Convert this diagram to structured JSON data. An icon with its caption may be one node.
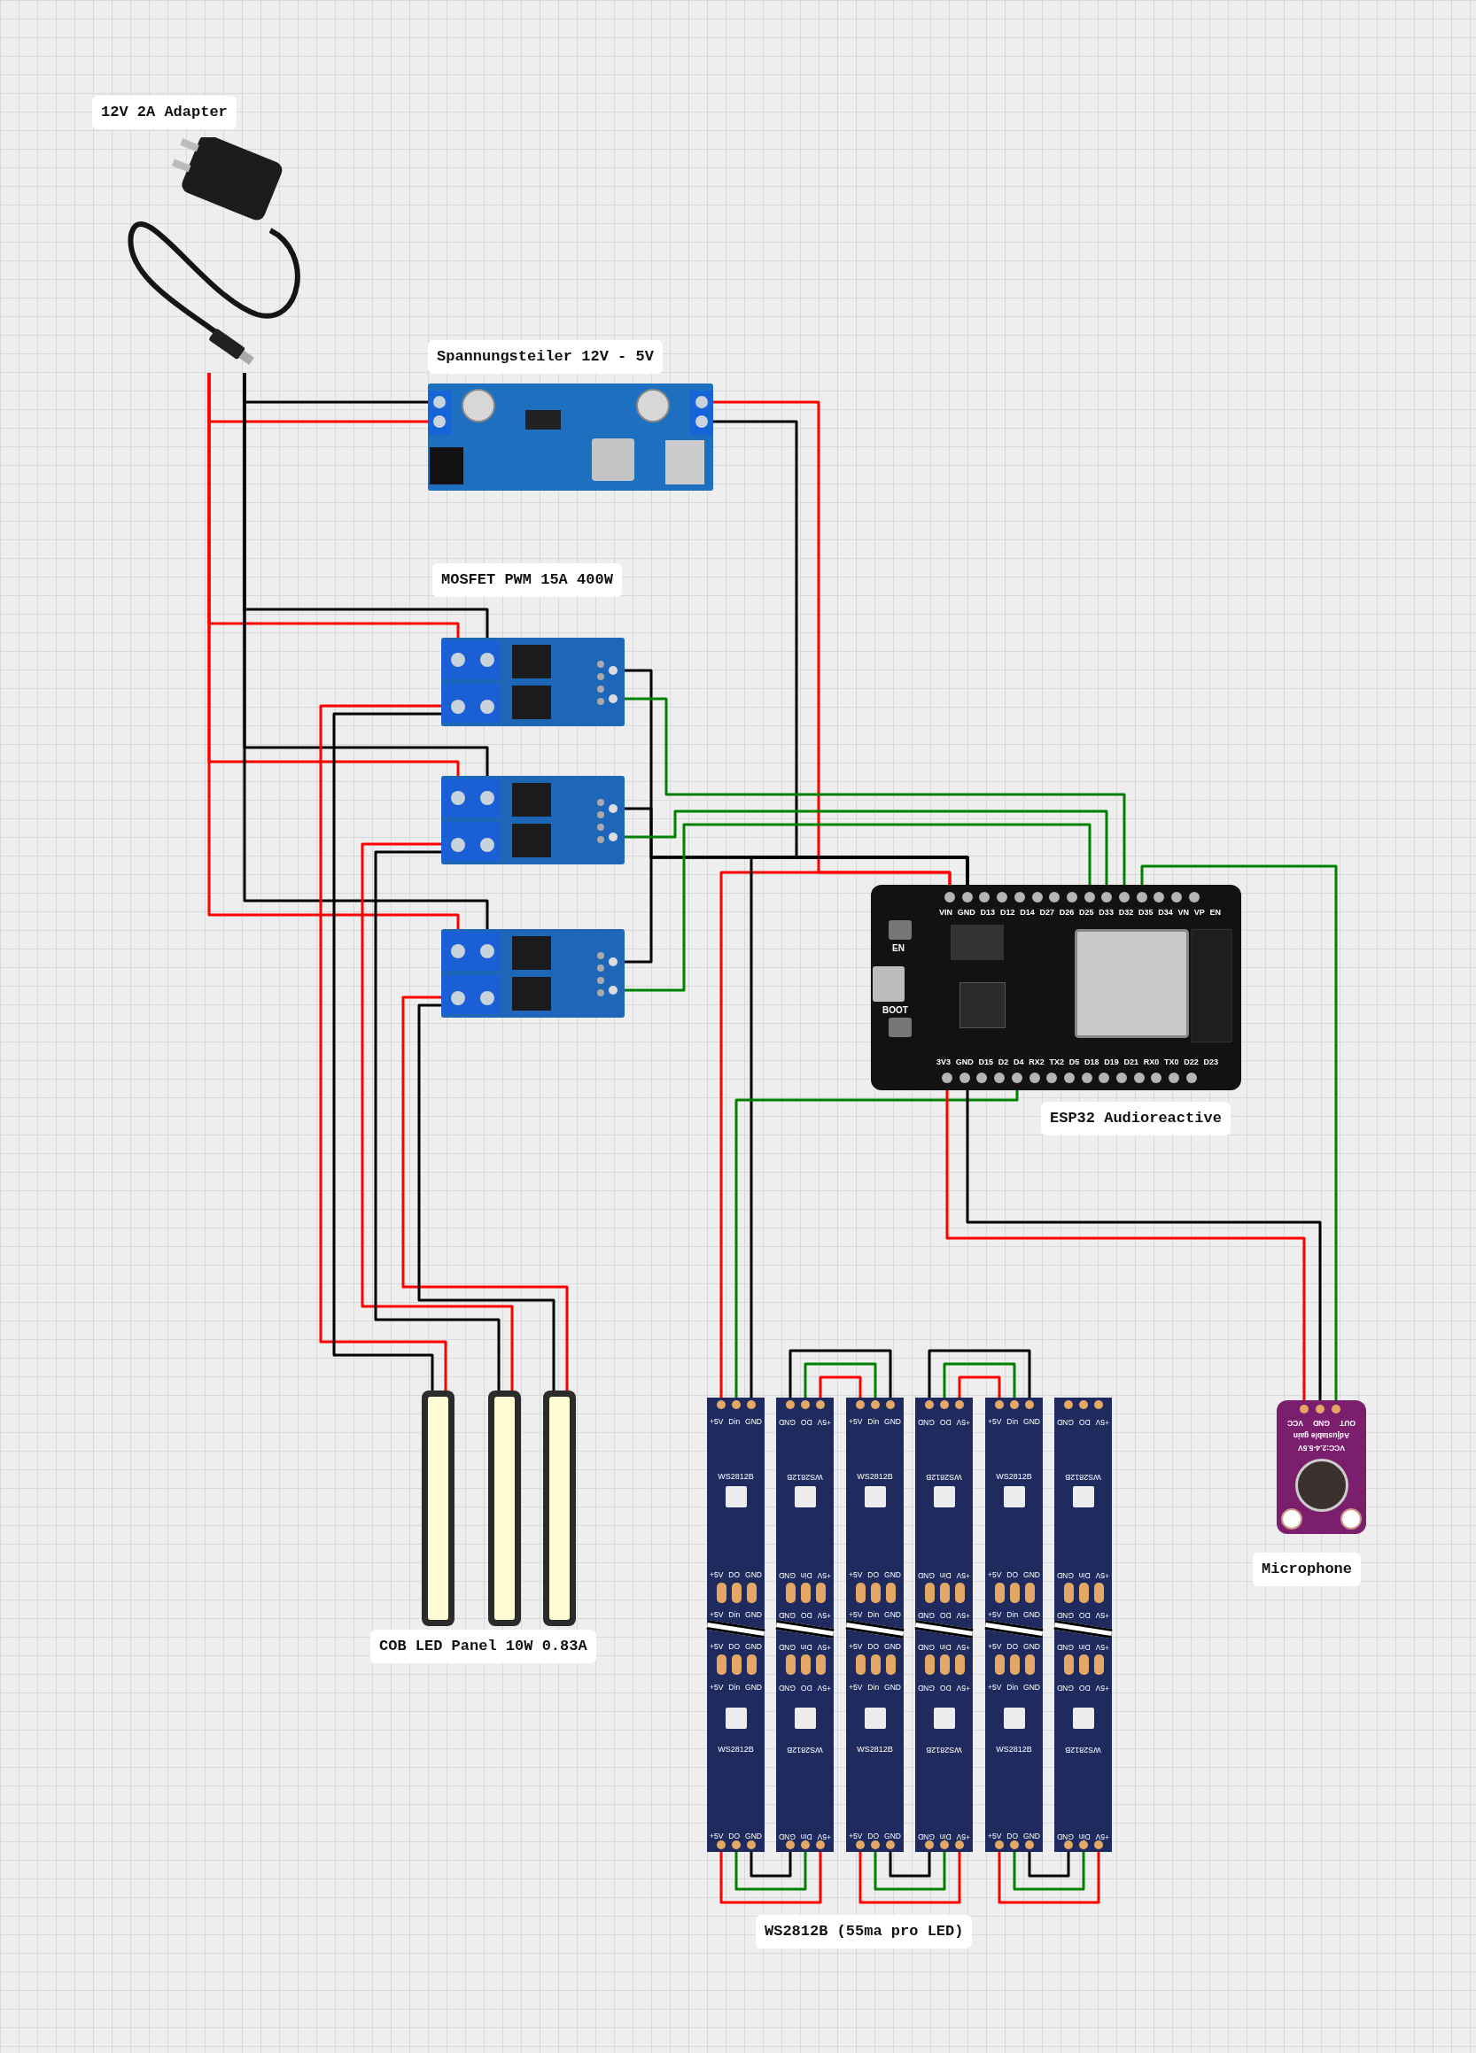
{
  "diagram": {
    "nodes": [
      {
        "text": [
          "12V 2A Adapter"
        ]
      },
      {
        "text": [
          "Spannungsteiler 12V - 5V"
        ]
      },
      {
        "text": [],
        "shape": "picture"
      },
      {
        "text": [],
        "shape": "picture"
      },
      {
        "text": [],
        "shape": "picture"
      },
      {
        "text": [
          "VIN GND D13 D12 D14 D27 D26 D25 D33 D32 D35 D34 VN VP EN",
          "EN",
          "BOOT",
          "3V3 GND D15 D2 D4 RX2 TX2 D5 D18 D19 D21 RX0 TX0 D22 D23",
          "ESP32 Audioreactive"
        ]
      },
      {
        "text": [],
        "shape": "bar"
      },
      {
        "text": [],
        "shape": "bar"
      },
      {
        "text": [],
        "shape": "bar"
      },
      {
        "text": [
          "+5V Din GND",
          "WS2812B",
          "+5V DO GND",
          "+5V Din GND",
          "+5V DO GND",
          "+5V Din GND",
          "WS2812B",
          "+5V DO GND"
        ]
      },
      {
        "text": [
          "+5V DO GND",
          "WS2812B",
          "+5V Din GND",
          "+5V DO GND",
          "+5V Din GND",
          "+5V DO GND",
          "WS2812B",
          "+5V Din GND"
        ]
      },
      {
        "text": [
          "+5V Din GND",
          "WS2812B",
          "+5V DO GND",
          "+5V Din GND",
          "+5V DO GND",
          "+5V Din GND",
          "WS2812B",
          "+5V DO GND"
        ]
      },
      {
        "text": [
          "+5V DO GND",
          "WS2812B",
          "+5V Din GND",
          "+5V DO GND",
          "+5V Din GND",
          "+5V DO GND",
          "WS2812B",
          "+5V Din GND"
        ]
      },
      {
        "text": [
          "+5V Din GND",
          "WS2812B",
          "+5V DO GND",
          "+5V Din GND",
          "+5V DO GND",
          "+5V Din GND",
          "WS2812B",
          "+5V DO GND"
        ]
      },
      {
        "text": [
          "+5V DO GND",
          "WS2812B",
          "+5V Din GND",
          "+5V DO GND",
          "+5V Din GND",
          "+5V DO GND",
          "WS2812B",
          "+5V Din GND"
        ]
      },
      {
        "text": [
          "OUT GND VCC",
          "Adjustable gain",
          "VCC:2.4-5.5V",
          "Microphone"
        ]
      }
    ],
    "edges": [
      {
        "from": 0,
        "to": 1,
        "arrow": "none",
        "color": "#000000"
      },
      {
        "from": 0,
        "to": 1,
        "arrow": "none",
        "color": "#ff0000"
      },
      {
        "from": 0,
        "to": 2,
        "arrow": "none",
        "color": "#000000"
      },
      {
        "from": 0,
        "to": 2,
        "arrow": "none",
        "color": "#ff0000"
      },
      {
        "from": 0,
        "to": 3,
        "arrow": "none",
        "color": "#000000"
      },
      {
        "from": 0,
        "to": 3,
        "arrow": "none",
        "color": "#ff0000"
      },
      {
        "from": 0,
        "to": 4,
        "arrow": "none",
        "color": "#000000"
      },
      {
        "from": 0,
        "to": 4,
        "arrow": "none",
        "color": "#ff0000"
      },
      {
        "from": 1,
        "to": 5,
        "arrow": "none",
        "color": "#ff0000"
      },
      {
        "from": 1,
        "to": 5,
        "arrow": "none",
        "color": "#000000"
      },
      {
        "from": 2,
        "to": 5,
        "arrow": "none",
        "color": "#000000"
      },
      {
        "from": 2,
        "to": 5,
        "arrow": "none",
        "color": "#008000"
      },
      {
        "from": 3,
        "to": 5,
        "arrow": "none",
        "color": "#000000"
      },
      {
        "from": 3,
        "to": 5,
        "arrow": "none",
        "color": "#008000"
      },
      {
        "from": 4,
        "to": 5,
        "arrow": "none",
        "color": "#000000"
      },
      {
        "from": 4,
        "to": 5,
        "arrow": "none",
        "color": "#008000"
      },
      {
        "from": 2,
        "to": 6,
        "arrow": "none",
        "color": "#ff0000"
      },
      {
        "from": 2,
        "to": 6,
        "arrow": "none",
        "color": "#000000"
      },
      {
        "from": 3,
        "to": 7,
        "arrow": "none",
        "color": "#ff0000"
      },
      {
        "from": 3,
        "to": 7,
        "arrow": "none",
        "color": "#000000"
      },
      {
        "from": 4,
        "to": 8,
        "arrow": "none",
        "color": "#ff0000"
      },
      {
        "from": 4,
        "to": 8,
        "arrow": "none",
        "color": "#000000"
      },
      {
        "from": 9,
        "to": 5,
        "arrow": "none",
        "color": "#ff0000"
      },
      {
        "from": 9,
        "to": 5,
        "arrow": "none",
        "color": "#000000"
      },
      {
        "from": 5,
        "to": 9,
        "arrow": "none",
        "color": "#008000"
      },
      {
        "from": 5,
        "to": 15,
        "arrow": "none",
        "color": "#ff0000"
      },
      {
        "from": 5,
        "to": 15,
        "arrow": "none",
        "color": "#000000"
      },
      {
        "from": 5,
        "to": 15,
        "arrow": "none",
        "color": "#008000"
      },
      {
        "from": 9,
        "to": 10,
        "arrow": "none",
        "color": "#ff0000"
      },
      {
        "from": 9,
        "to": 10,
        "arrow": "none",
        "color": "#008000"
      },
      {
        "from": 9,
        "to": 10,
        "arrow": "none",
        "color": "#000000"
      },
      {
        "from": 10,
        "to": 11,
        "arrow": "none",
        "color": "#000000"
      },
      {
        "from": 10,
        "to": 11,
        "arrow": "none",
        "color": "#008000"
      },
      {
        "from": 10,
        "to": 11,
        "arrow": "none",
        "color": "#ff0000"
      },
      {
        "from": 11,
        "to": 12,
        "arrow": "none",
        "color": "#ff0000"
      },
      {
        "from": 11,
        "to": 12,
        "arrow": "none",
        "color": "#008000"
      },
      {
        "from": 11,
        "to": 12,
        "arrow": "none",
        "color": "#000000"
      },
      {
        "from": 12,
        "to": 13,
        "arrow": "none",
        "color": "#000000"
      },
      {
        "from": 12,
        "to": 13,
        "arrow": "none",
        "color": "#008000"
      },
      {
        "from": 12,
        "to": 13,
        "arrow": "none",
        "color": "#ff0000"
      },
      {
        "from": 13,
        "to": 14,
        "arrow": "none",
        "color": "#ff0000"
      },
      {
        "from": 13,
        "to": 14,
        "arrow": "none",
        "color": "#008000"
      },
      {
        "from": 13,
        "to": 14,
        "arrow": "none",
        "color": "#000000"
      }
    ],
    "labels": [
      "MOSFET PWM 15A 400W",
      "COB LED Panel 10W 0.83A",
      "WS2812B (55ma pro LED)"
    ]
  }
}
